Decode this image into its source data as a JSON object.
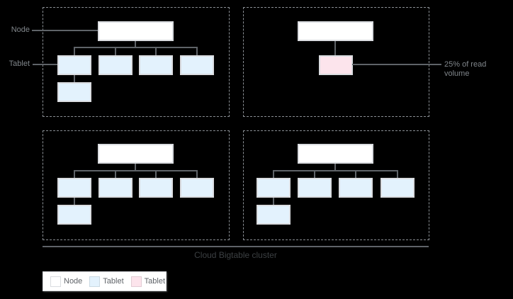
{
  "labels": {
    "node_pointer": "Node",
    "tablet_pointer": "Tablet",
    "hot_tablet_annotation": "25% of read volume",
    "cluster_title": "Cloud Bigtable cluster"
  },
  "legend": {
    "items": [
      {
        "label": "Node",
        "swatch": "node"
      },
      {
        "label": "Tablet",
        "swatch": "tablet"
      },
      {
        "label": "Tablet",
        "swatch": "hot_tablet"
      }
    ]
  },
  "diagram": {
    "quadrants": [
      {
        "id": "top-left",
        "node_count": 1,
        "tablet_count": 5,
        "hot_tablet_count": 0
      },
      {
        "id": "top-right",
        "node_count": 1,
        "tablet_count": 0,
        "hot_tablet_count": 1
      },
      {
        "id": "bottom-left",
        "node_count": 1,
        "tablet_count": 5,
        "hot_tablet_count": 0
      },
      {
        "id": "bottom-right",
        "node_count": 1,
        "tablet_count": 5,
        "hot_tablet_count": 0
      }
    ]
  },
  "colors": {
    "background": "#000000",
    "node_fill": "#ffffff",
    "tablet_fill": "#e3f2fd",
    "hot_tablet_fill": "#fce4ec",
    "box_border": "#dadce0",
    "line": "#5f6368",
    "dashed_border": "#8a8f94",
    "label_text": "#80868b",
    "title_text": "#3c4043",
    "legend_text": "#5f6368",
    "legend_bg": "#ffffff"
  }
}
